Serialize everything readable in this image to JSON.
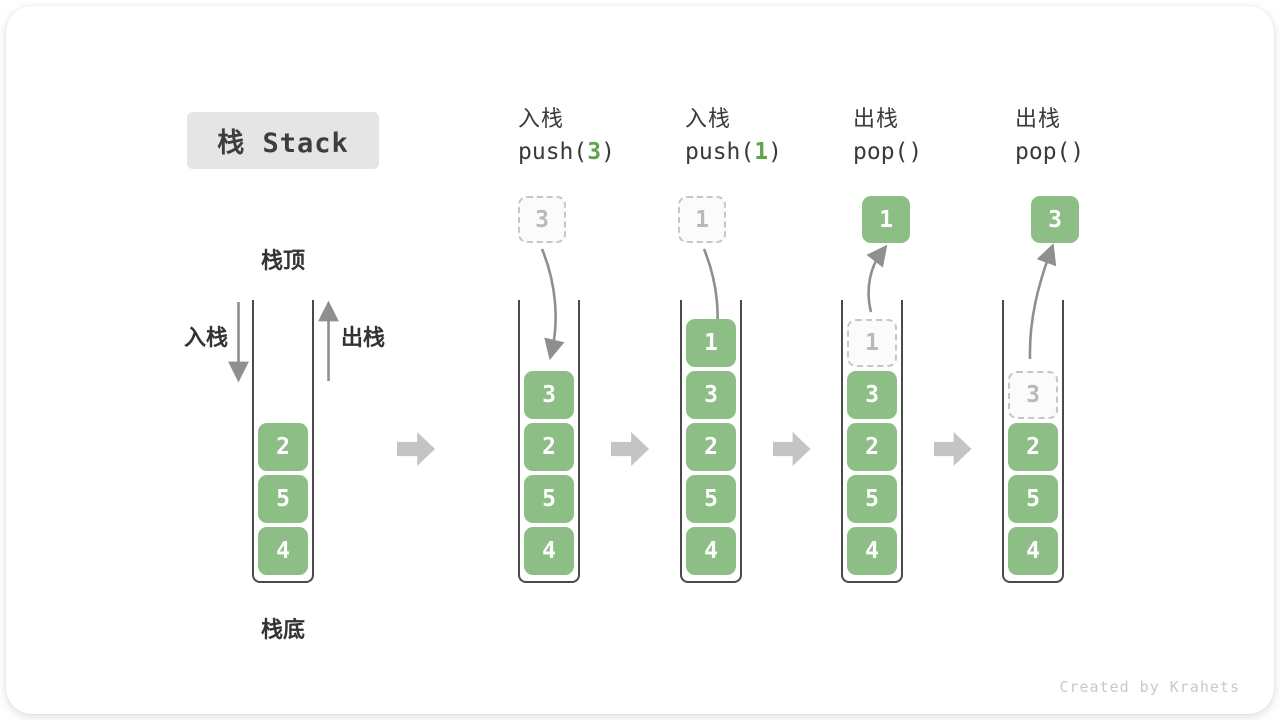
{
  "title": {
    "text": "栈 Stack"
  },
  "side_labels": {
    "stack_top": "栈顶",
    "stack_bottom": "栈底",
    "push": "入栈",
    "pop": "出栈"
  },
  "watermark": "Created by Krahets",
  "colors": {
    "box_green": "#8CBE85",
    "box_text_white": "#ffffff",
    "code_number_green": "#61A24F",
    "dashed_border_gray": "#c6c6c6",
    "dashed_text_gray": "#b9b9b9",
    "flow_arrow_gray": "#c4c4c4",
    "curve_arrow_gray": "#8f8f8f",
    "wall_dark_gray": "#4a4a4a",
    "header_text": "#3a3a3a",
    "title_bg": "#e5e5e5",
    "watermark_gray": "#c9c9c9"
  },
  "stacks": [
    {
      "name": "initial-stack",
      "header": null,
      "op": null,
      "float": null,
      "cells": [
        {
          "value": "2",
          "variant": "solid"
        },
        {
          "value": "5",
          "variant": "solid"
        },
        {
          "value": "4",
          "variant": "solid"
        }
      ]
    },
    {
      "name": "after-push-3",
      "header": {
        "cn": "入栈",
        "code_pre": "push(",
        "code_num": "3",
        "code_suf": ")"
      },
      "op": "push",
      "float": {
        "value": "3",
        "variant": "dashed"
      },
      "cells": [
        {
          "value": "3",
          "variant": "solid"
        },
        {
          "value": "2",
          "variant": "solid"
        },
        {
          "value": "5",
          "variant": "solid"
        },
        {
          "value": "4",
          "variant": "solid"
        }
      ]
    },
    {
      "name": "after-push-1",
      "header": {
        "cn": "入栈",
        "code_pre": "push(",
        "code_num": "1",
        "code_suf": ")"
      },
      "op": "push",
      "float": {
        "value": "1",
        "variant": "dashed"
      },
      "cells": [
        {
          "value": "1",
          "variant": "solid"
        },
        {
          "value": "3",
          "variant": "solid"
        },
        {
          "value": "2",
          "variant": "solid"
        },
        {
          "value": "5",
          "variant": "solid"
        },
        {
          "value": "4",
          "variant": "solid"
        }
      ]
    },
    {
      "name": "after-pop-1",
      "header": {
        "cn": "出栈",
        "code_pre": "pop()",
        "code_num": "",
        "code_suf": ""
      },
      "op": "pop",
      "float": {
        "value": "1",
        "variant": "solid"
      },
      "cells": [
        {
          "value": "1",
          "variant": "dashed"
        },
        {
          "value": "3",
          "variant": "solid"
        },
        {
          "value": "2",
          "variant": "solid"
        },
        {
          "value": "5",
          "variant": "solid"
        },
        {
          "value": "4",
          "variant": "solid"
        }
      ]
    },
    {
      "name": "after-pop-3",
      "header": {
        "cn": "出栈",
        "code_pre": "pop()",
        "code_num": "",
        "code_suf": ""
      },
      "op": "pop",
      "float": {
        "value": "3",
        "variant": "solid"
      },
      "cells": [
        {
          "value": "3",
          "variant": "dashed"
        },
        {
          "value": "2",
          "variant": "solid"
        },
        {
          "value": "5",
          "variant": "solid"
        },
        {
          "value": "4",
          "variant": "solid"
        }
      ]
    }
  ]
}
